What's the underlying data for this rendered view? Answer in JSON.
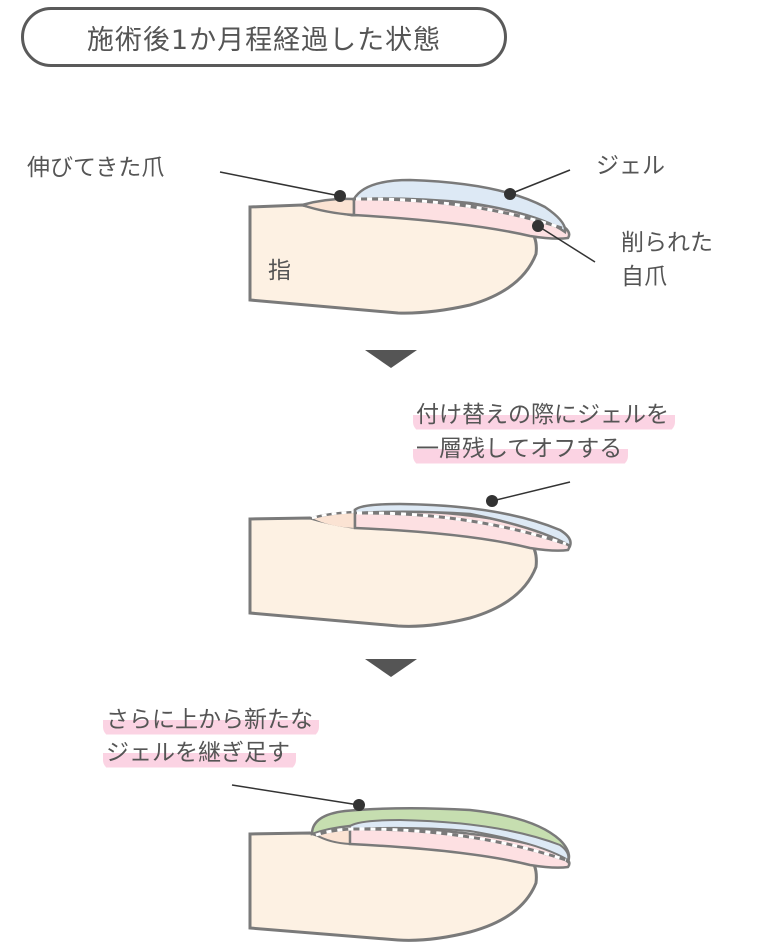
{
  "title": "施術後1か月程経過した状態",
  "step1": {
    "labels": {
      "grown_nail": "伸びてきた爪",
      "gel": "ジェル",
      "filed_nail_line1": "削られた",
      "filed_nail_line2": "自爪",
      "finger": "指"
    }
  },
  "step2": {
    "note_line1": "付け替えの際にジェルを",
    "note_line2": "一層残してオフする"
  },
  "step3": {
    "note_line1": "さらに上から新たな",
    "note_line2": "ジェルを継ぎ足す"
  },
  "colors": {
    "outline": "#7a7a7a",
    "finger": "#fdf1e3",
    "grown_nail": "#fbe3d3",
    "nail": "#fde0e2",
    "gel_old": "#dde9f5",
    "gel_new": "#c6deb0",
    "highlight": "#fbd3e3",
    "arrow": "#555555",
    "leader": "#333333"
  }
}
